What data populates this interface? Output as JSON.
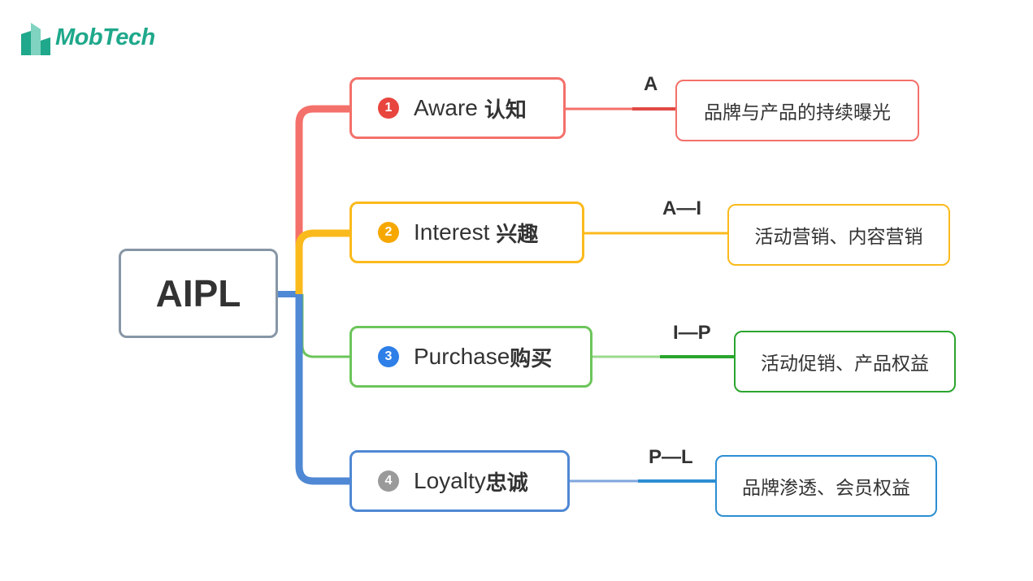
{
  "brand": {
    "name": "MobTech",
    "color": "#1fa88b"
  },
  "root": {
    "label": "AIPL",
    "border_color": "#8796a6"
  },
  "stages": [
    {
      "number": "1",
      "name_en": "Aware",
      "name_zh": "认知",
      "transition": "A",
      "description": "品牌与产品的持续曝光",
      "color": "#f4706a",
      "badge_color": "#e8453f"
    },
    {
      "number": "2",
      "name_en": "Interest",
      "name_zh": "兴趣",
      "transition": "A—I",
      "description": "活动营销、内容营销",
      "color": "#fbba1c",
      "badge_color": "#f6a800"
    },
    {
      "number": "3",
      "name_en": "Purchase",
      "name_zh": "购买",
      "transition": "I—P",
      "description": "活动促销、产品权益",
      "color": "#6cc55b",
      "badge_color": "#2e7fe8",
      "desc_color": "#2aa52e"
    },
    {
      "number": "4",
      "name_en": "Loyalty",
      "name_zh": "忠诚",
      "transition": "P—L",
      "description": "品牌渗透、会员权益",
      "color": "#4f88d4",
      "badge_color": "#9a9a9a",
      "desc_color": "#2c8ed2"
    }
  ]
}
